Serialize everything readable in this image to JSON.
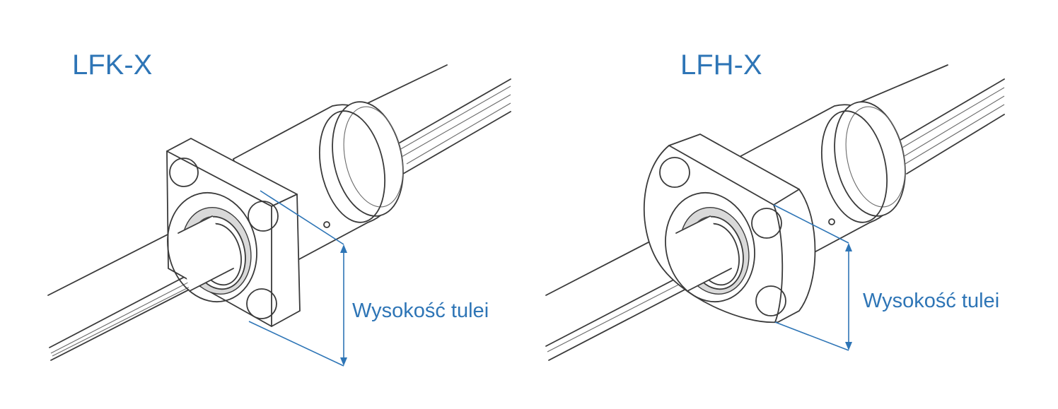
{
  "left": {
    "title": "LFK-X",
    "dimension_label": "Wysokość tulei"
  },
  "right": {
    "title": "LFH-X",
    "dimension_label": "Wysokość tulei"
  },
  "colors": {
    "accent": "#2e75b6",
    "line": "#3a3a3a"
  }
}
